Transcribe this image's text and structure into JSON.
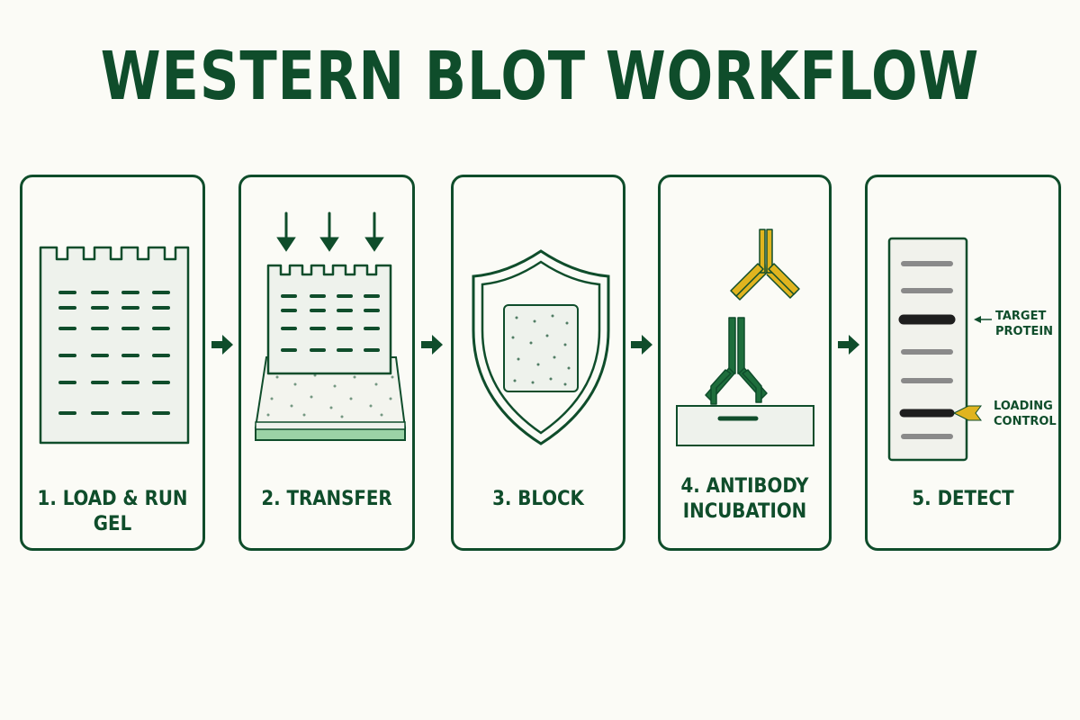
{
  "title": "WESTERN BLOT WORKFLOW",
  "steps": [
    {
      "label": "1. LOAD & RUN GEL"
    },
    {
      "label": "2. TRANSFER"
    },
    {
      "label": "3. BLOCK"
    },
    {
      "label": "4. ANTIBODY\nINCUBATION"
    },
    {
      "label": "5. DETECT"
    }
  ],
  "detect": {
    "target_label": "TARGET\nPROTEIN",
    "loading_label": "LOADING\nCONTROL"
  },
  "colors": {
    "dark_green": "#0f4d2b",
    "light_green": "#9bd3a6",
    "gold": "#e0b41f",
    "background": "#fbfbf6",
    "gel_fill": "#eef2ec"
  }
}
